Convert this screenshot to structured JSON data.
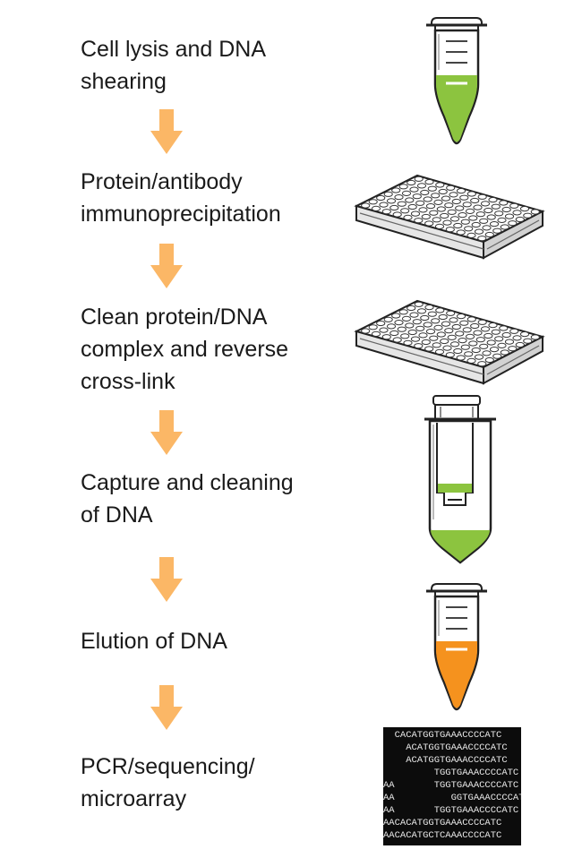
{
  "steps": [
    {
      "lines": [
        "Cell lysis and DNA",
        "shearing"
      ]
    },
    {
      "lines": [
        "Protein/antibody",
        "immunoprecipitation"
      ]
    },
    {
      "lines": [
        "Clean protein/DNA",
        "complex and reverse",
        "cross-link"
      ]
    },
    {
      "lines": [
        "Capture and cleaning",
        "of DNA"
      ]
    },
    {
      "lines": [
        "Elution of DNA"
      ]
    },
    {
      "lines": [
        "PCR/sequencing/",
        "microarray"
      ]
    }
  ],
  "illustrations": [
    "green-tube-icon",
    "well-plate-icon",
    "well-plate-icon",
    "spin-column-icon",
    "orange-tube-icon",
    "sequence-readout"
  ],
  "colors": {
    "arrow": "#FBB766",
    "green_liquid": "#8CC43F",
    "orange_liquid": "#F5921E",
    "text": "#1a1a1a"
  },
  "sequence_readout": {
    "lines": [
      "  CACATGGTGAAACCCCATC",
      "    ACATGGTGAAACCCCATC",
      "    ACATGGTGAAACCCCATC",
      "         TGGTGAAACCCCATC",
      "AA       TGGTGAAACCCCATC",
      "AA          GGTGAAACCCCATC",
      "AA       TGGTGAAACCCCATC",
      "AACACATGGTGAAACCCCATC",
      "AACACATGCTCAAACCCCATC"
    ]
  }
}
